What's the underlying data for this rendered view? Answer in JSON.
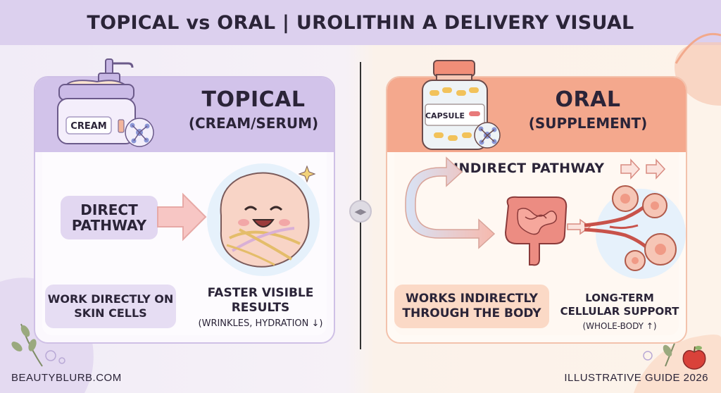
{
  "title": "TOPICAL vs ORAL | UROLITHIN A DELIVERY VISUAL",
  "left": {
    "heading": "TOPICAL",
    "subheading": "(CREAM/SERUM)",
    "jar_label": "CREAM",
    "pathway_label": "DIRECT PATHWAY",
    "mechanism": "WORK DIRECTLY ON SKIN CELLS",
    "result_title": "FASTER VISIBLE RESULTS",
    "result_note": "(WRINKLES, HYDRATION ↓)"
  },
  "right": {
    "heading": "ORAL",
    "subheading": "(SUPPLEMENT)",
    "bottle_label": "CAPSULE",
    "pathway_label": "INDIRECT PATHWAY",
    "mechanism": "WORKS INDIRECTLY THROUGH THE BODY",
    "result_title": "LONG-TERM CELLULAR SUPPORT",
    "result_note": "(WHOLE-BODY ↑)"
  },
  "footer": {
    "source": "BEAUTYBLURB.COM",
    "guide": "ILLUSTRATIVE GUIDE 2026"
  },
  "colors": {
    "title_bar": "#dcd0ee",
    "left_accent": "#d2c3ea",
    "right_accent": "#f4a88d",
    "text": "#2b2438"
  }
}
